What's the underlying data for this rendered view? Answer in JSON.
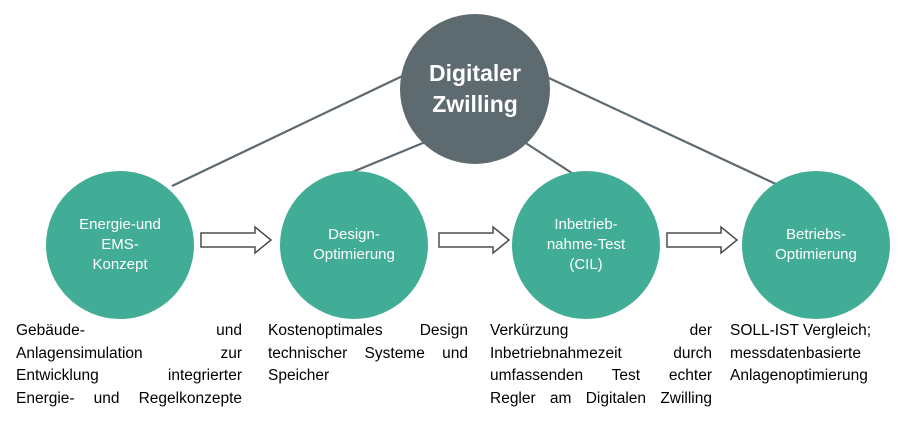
{
  "hub": {
    "label": "Digitaler\nZwilling"
  },
  "steps": [
    {
      "label": "Energie-und\nEMS-\nKonzept"
    },
    {
      "label": "Design-\nOptimierung"
    },
    {
      "label": "Inbetrieb-\nnahme-Test\n(CIL)"
    },
    {
      "label": "Betriebs-\nOptimierung"
    }
  ],
  "descriptions": [
    "Gebäude- und\nAnlagensimulation zur\nEntwicklung integrierter\nEnergie- und Regelkonzepte",
    "Kostenoptimales Design\ntechnischer Systeme und\nSpeicher",
    "Verkürzung der\nInbetriebnahmezeit durch\numfassenden Test echter\nRegler am Digitalen Zwilling",
    "SOLL-IST Vergleich;\nmessdatenbasierte\nAnlagenoptimierung"
  ],
  "colors": {
    "hub": "#5d6a70",
    "step": "#42ad96",
    "connector": "#5d6a70",
    "arrow_stroke": "#4d4d4d"
  },
  "icons": {
    "flow_arrow": "block-right-arrow-outline"
  }
}
